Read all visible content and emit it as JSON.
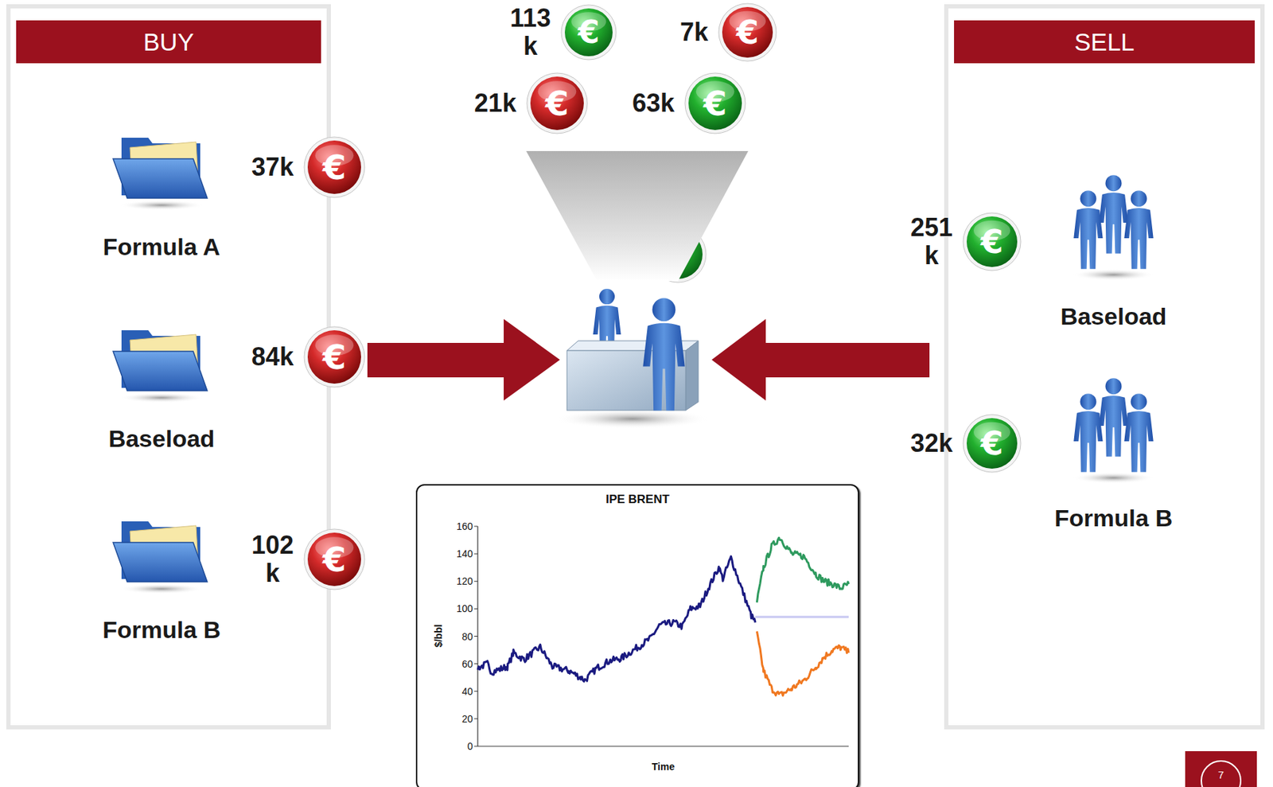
{
  "diagram": {
    "nodes": [
      {
        "text": [
          "BUY"
        ]
      },
      {
        "text": [
          "Formula A"
        ],
        "in": 0
      },
      {
        "text": [
          "37k",
          "€"
        ],
        "in": 0
      },
      {
        "text": [
          "Baseload"
        ],
        "in": 0
      },
      {
        "text": [
          "84k",
          "€"
        ],
        "in": 0
      },
      {
        "text": [
          "Formula B"
        ],
        "in": 0
      },
      {
        "text": [
          "102 k",
          "€"
        ],
        "in": 0
      },
      {
        "text": [
          "113 k",
          "€"
        ]
      },
      {
        "text": [
          "7k",
          "€"
        ]
      },
      {
        "text": [
          "21k",
          "€"
        ]
      },
      {
        "text": [
          "63k",
          "€"
        ]
      },
      {
        "text": [
          "SELL"
        ]
      },
      {
        "text": [
          "251 k",
          "€"
        ],
        "in": 11
      },
      {
        "text": [
          "Baseload"
        ],
        "in": 11
      },
      {
        "text": [
          "32k",
          "€"
        ],
        "in": 11
      },
      {
        "text": [
          "Formula B"
        ],
        "in": 11
      },
      {
        "text": [
          "IPE BRENT",
          "$/bbl",
          "Time"
        ]
      },
      {
        "text": [
          "7"
        ]
      }
    ],
    "labels": [
      "160",
      "140",
      "120",
      "100",
      "80",
      "60",
      "40",
      "20",
      "0"
    ]
  }
}
